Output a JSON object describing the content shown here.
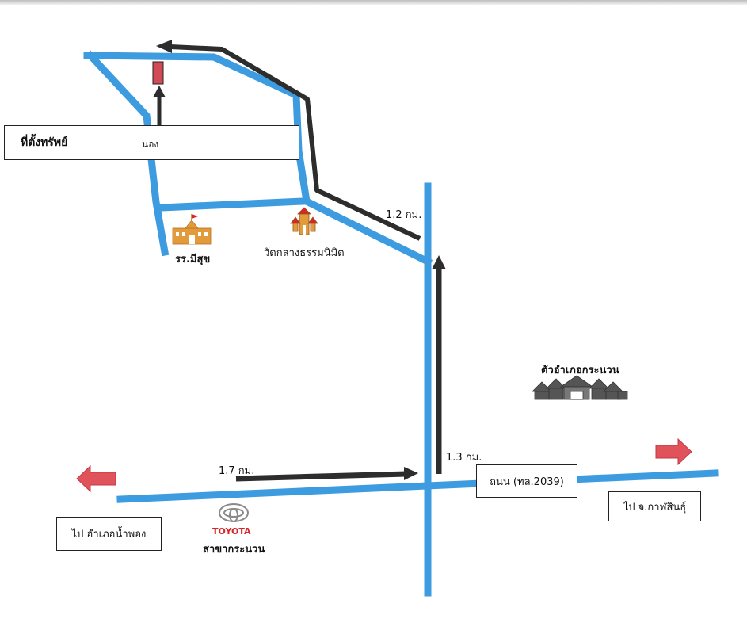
{
  "map": {
    "property_label": "ที่ตั้งทรัพย์",
    "property_note": "นอง",
    "school_label": "รร.มีสุข",
    "temple_label": "วัดกลางธรรมนิมิต",
    "district_label": "ตัวอำเภอกระนวน",
    "toyota_brand": "TOYOTA",
    "toyota_label": "สาขากระนวน",
    "road_label": "ถนน (ทล.2039)",
    "to_west_label": "ไป  อำเภอน้ำพอง",
    "to_east_label": "ไป  จ.กาฬสินธุ์",
    "dist_1": "1.7 กม.",
    "dist_2": "1.3 กม.",
    "dist_3": "1.2 กม.",
    "colors": {
      "road": "#3d9be0",
      "route_arrow": "#2d2d2d",
      "direction_arrow": "#e0535b",
      "property_marker": "#d24a55",
      "building": "#e39a3a",
      "toyota": "#d9252a",
      "houses": "#555555"
    }
  }
}
